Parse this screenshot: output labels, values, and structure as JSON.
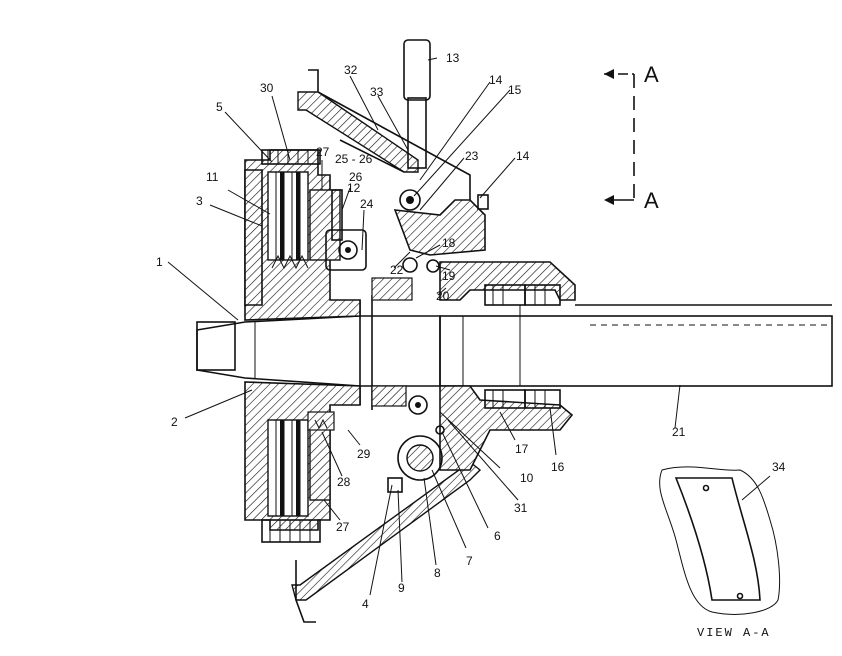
{
  "section_marker": "A",
  "view_caption": "VIEW A-A",
  "callouts": [
    "1",
    "2",
    "3",
    "4",
    "5",
    "6",
    "7",
    "8",
    "9",
    "10",
    "11",
    "12",
    "13",
    "14",
    "14",
    "15",
    "16",
    "17",
    "18",
    "19",
    "20",
    "21",
    "22",
    "23",
    "24",
    "25 - 26",
    "26",
    "27",
    "27",
    "28",
    "29",
    "30",
    "31",
    "32",
    "33",
    "34"
  ]
}
